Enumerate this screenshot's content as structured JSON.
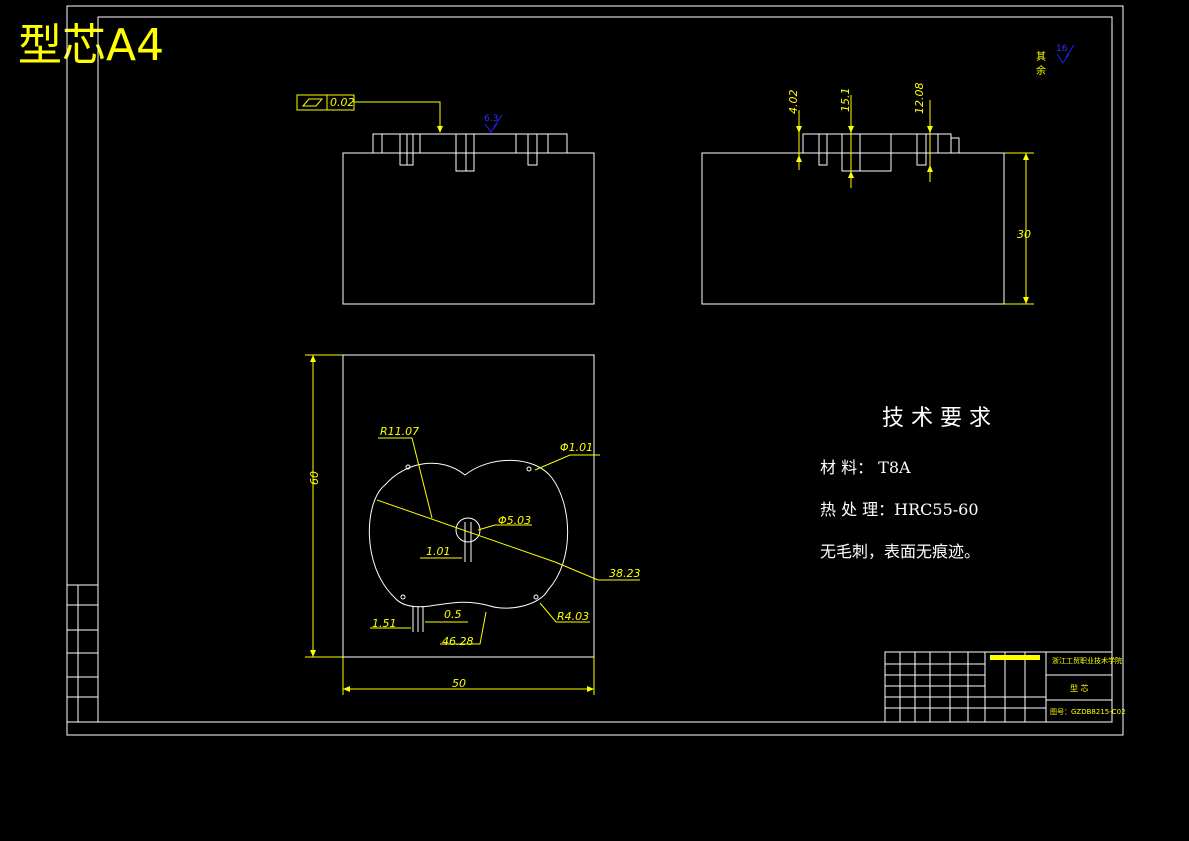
{
  "title": "型芯A4",
  "roughness": {
    "note_line1": "其",
    "note_line2": "余",
    "top_value": "16",
    "top_view_value": "6.3"
  },
  "tolerance": {
    "value": "0.02"
  },
  "dimensions": {
    "side_4_02": "4.02",
    "side_15_1": "15.1",
    "side_12_08": "12.08",
    "side_30": "30",
    "plan_R11_07": "R11.07",
    "plan_d1_01": "Φ1.01",
    "plan_d5_03": "Φ5.03",
    "plan_1_01": "1.01",
    "plan_38_23": "38.23",
    "plan_60": "60",
    "plan_0_5": "0.5",
    "plan_1_51": "1.51",
    "plan_R4_03": "R4.03",
    "plan_46_28": "46.28",
    "plan_50": "50"
  },
  "tech_requirements": {
    "heading": "技 术 要 求",
    "line1": "材   料：  T8A",
    "line2": "热 处 理：HRC55-60",
    "line3": "无毛刺，表面无痕迹。"
  },
  "title_block": {
    "school": "浙江工贸职业技术学院",
    "part_name": "型 芯",
    "drawing_no": "图号：GZDB8215-C02"
  },
  "colors": {
    "lines": "#ffffff",
    "dimensions": "#ffff00",
    "roughness": "#2020ff",
    "background": "#000000"
  }
}
